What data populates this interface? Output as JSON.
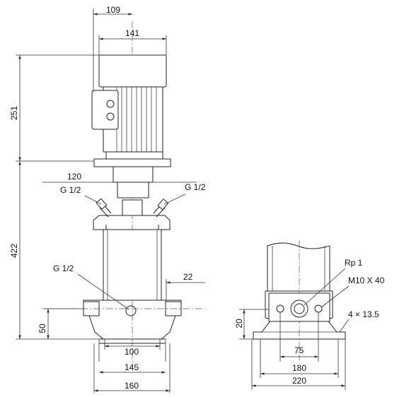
{
  "side_view": {
    "dim_top_offset": "109",
    "dim_motor_width": "141",
    "dim_motor_height": "251",
    "dim_pump_height": "422",
    "dim_flange_width": "120",
    "port_left": "G 1/2",
    "port_right": "G 1/2",
    "port_drain": "G 1/2",
    "dim_port_offset": "22",
    "dim_base_height": "50",
    "dim_base_100": "100",
    "dim_base_145": "145",
    "dim_base_160": "160"
  },
  "base_view": {
    "thread_label": "Rp 1",
    "bolt_label": "M10 X 40",
    "hole_label": "4 × 13.5",
    "dim_height": "20",
    "dim_75": "75",
    "dim_180": "180",
    "dim_220": "220"
  }
}
